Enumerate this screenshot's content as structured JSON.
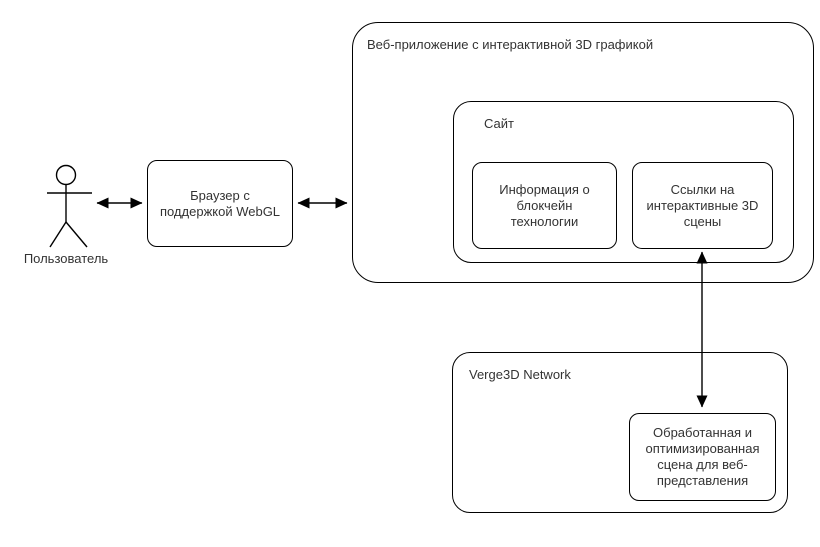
{
  "colors": {
    "stroke": "#000000",
    "text": "#333333",
    "background": "#ffffff"
  },
  "actor": {
    "label": "Пользователь"
  },
  "boxes": {
    "browser": {
      "label": "Браузер с\nподдержкой WebGL"
    },
    "web_app": {
      "title": "Веб-приложение с интерактивной 3D графикой"
    },
    "site": {
      "title": "Сайт"
    },
    "blockchain_info": {
      "label": "Информация о\nблокчейн\nтехнологии"
    },
    "scene_links": {
      "label": "Ссылки на\nинтерактивные 3D\nсцены"
    },
    "verge3d": {
      "title": "Verge3D Network"
    },
    "optimized_scene": {
      "label": "Обработанная и\nоптимизированная\nсцена для веб-\nпредставления"
    }
  },
  "arrows": {
    "user_browser": "bidirectional",
    "browser_webapp": "bidirectional",
    "links_verge": "bidirectional"
  }
}
